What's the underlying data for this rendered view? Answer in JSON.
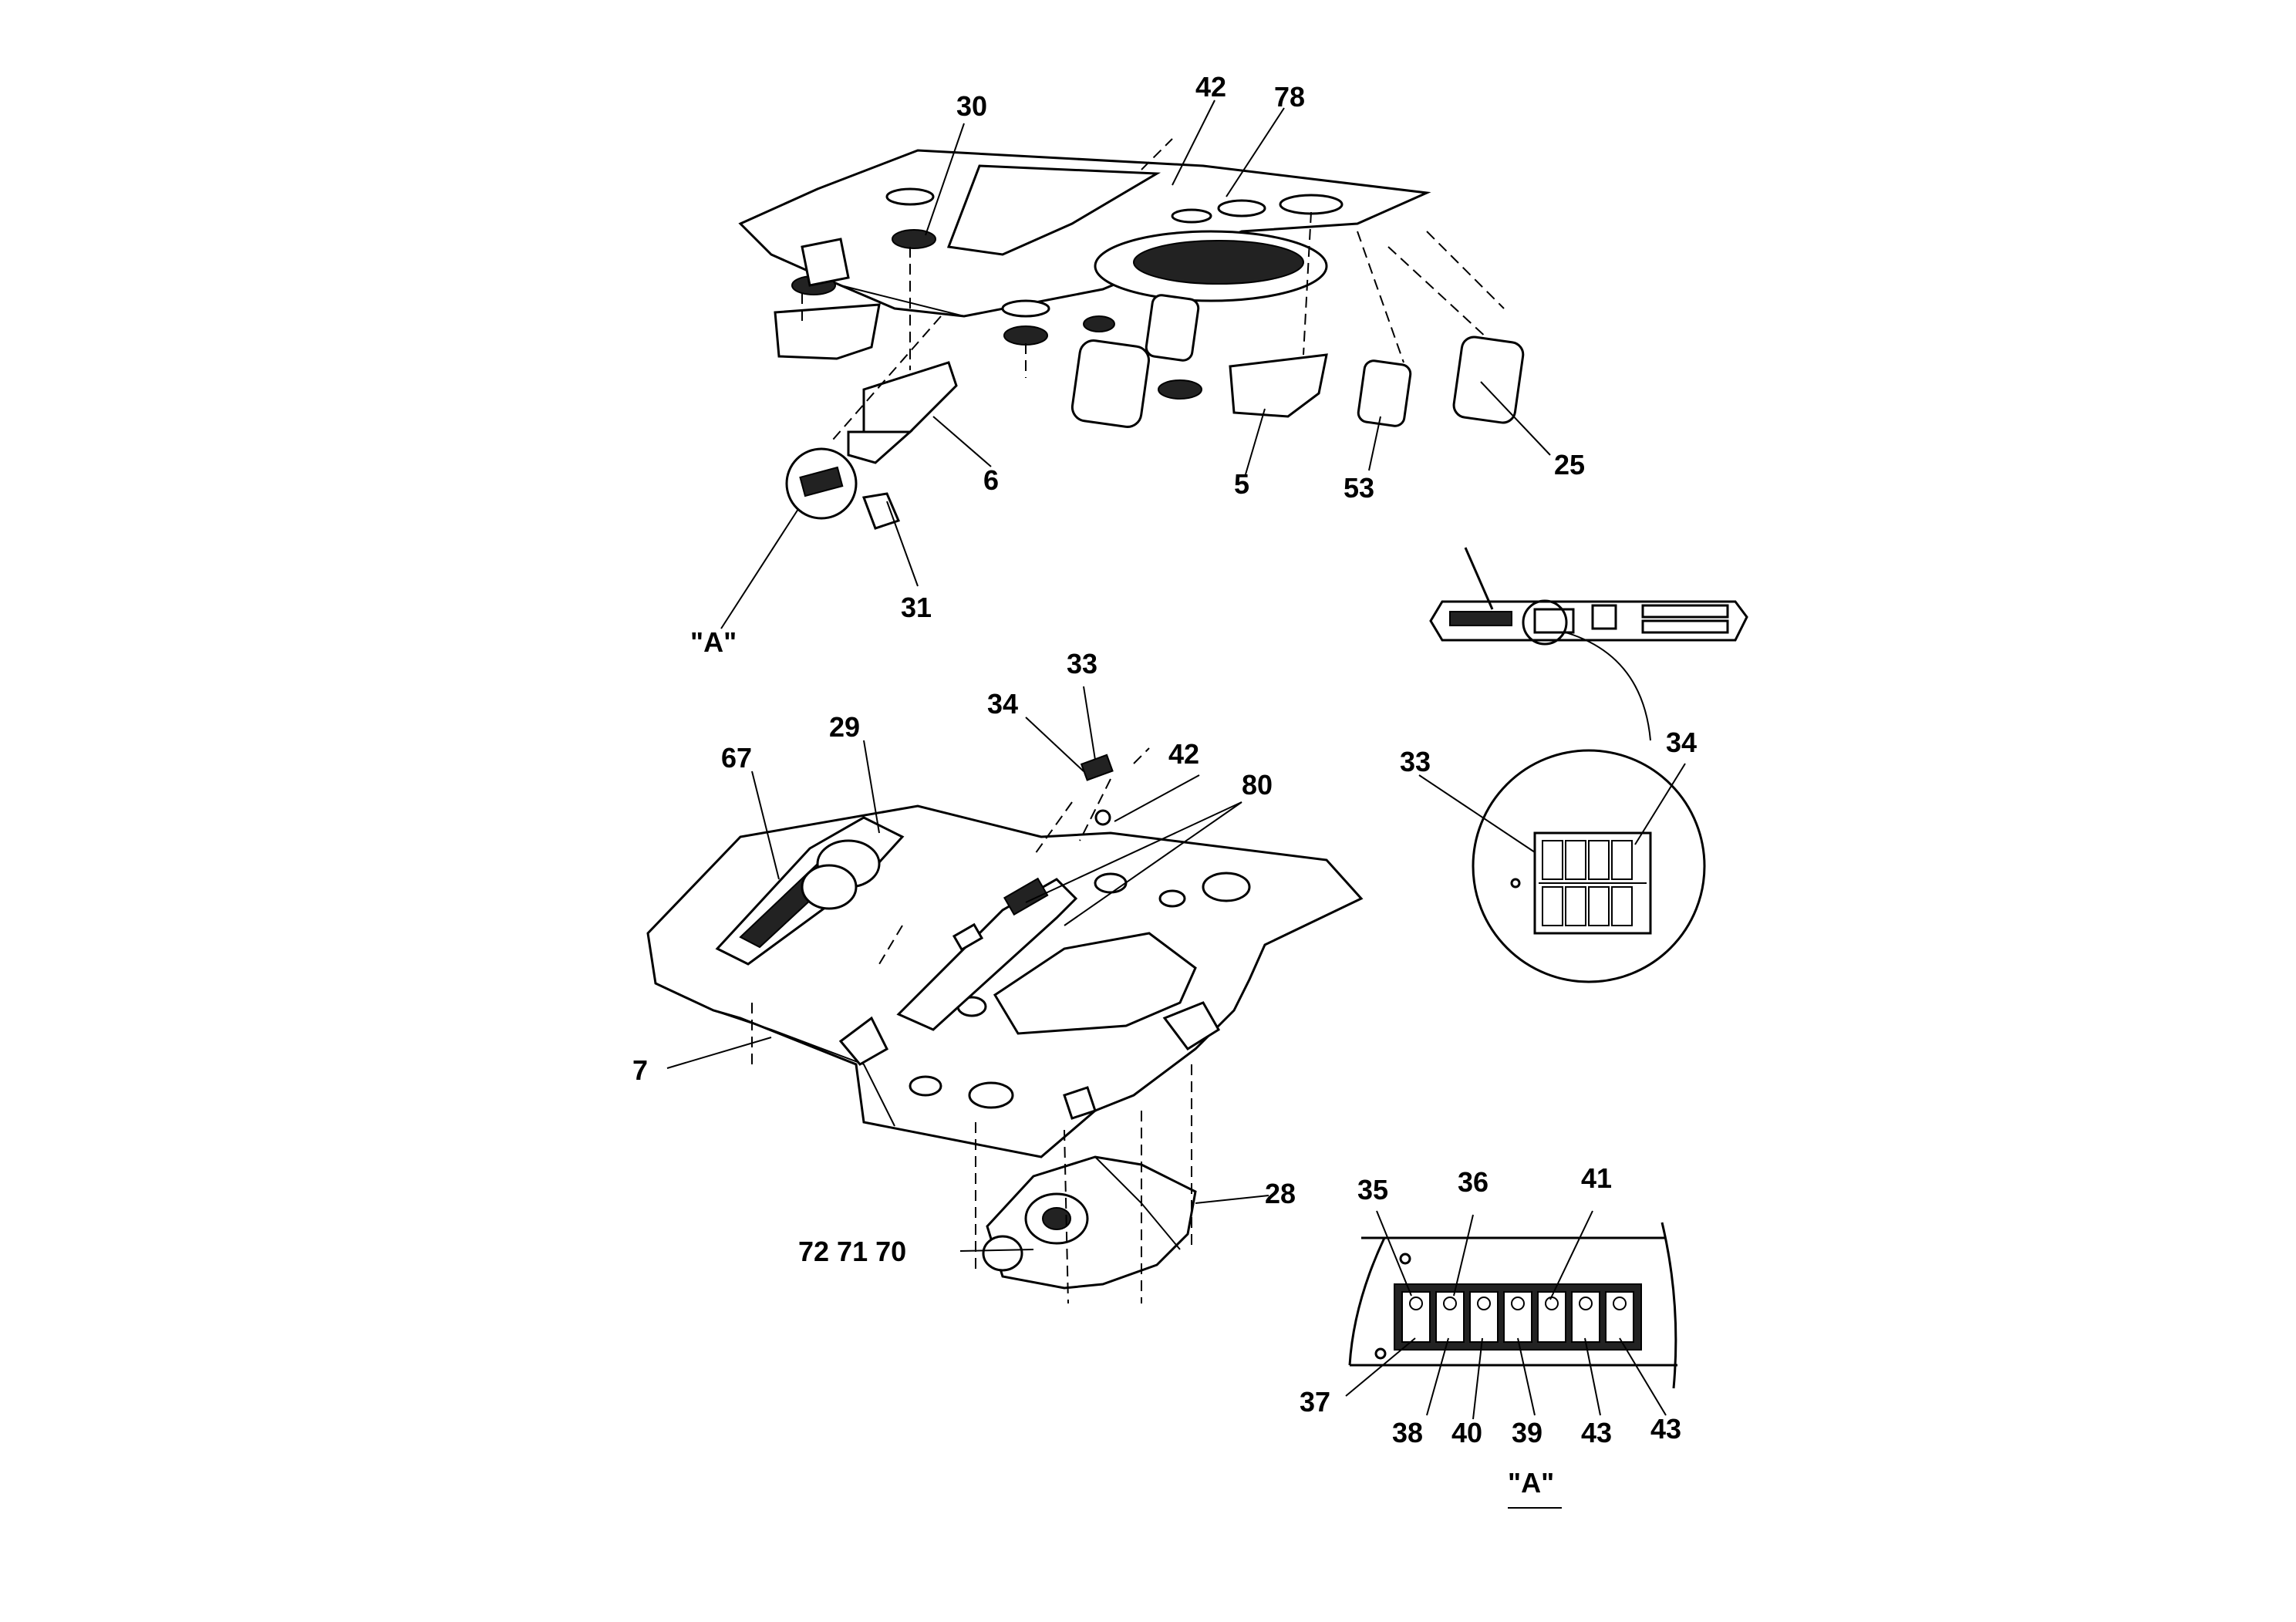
{
  "labels": {
    "l30": "30",
    "l42a": "42",
    "l78": "78",
    "l6": "6",
    "l5": "5",
    "l53": "53",
    "l25": "25",
    "l31": "31",
    "lA1": "\"A\"",
    "l33a": "33",
    "l34a": "34",
    "l29": "29",
    "l67": "67",
    "l42b": "42",
    "l80": "80",
    "l7": "7",
    "l28": "28",
    "l727170": "72 71 70",
    "l33b": "33",
    "l34b": "34",
    "l35": "35",
    "l36": "36",
    "l41": "41",
    "l37": "37",
    "l38": "38",
    "l40": "40",
    "l39": "39",
    "l43a": "43",
    "l43b": "43",
    "lA2": "\"A\""
  }
}
